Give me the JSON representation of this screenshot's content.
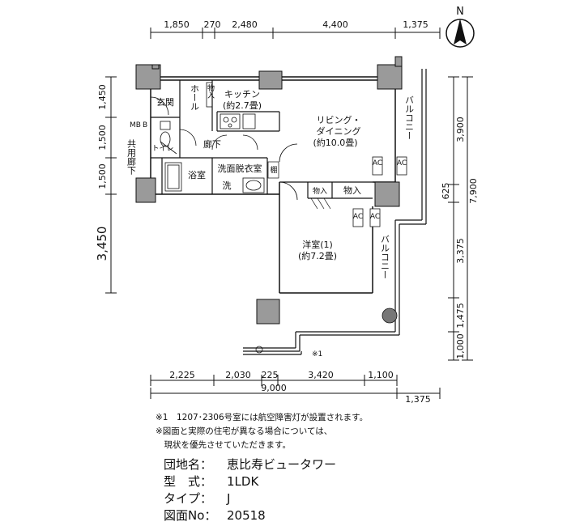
{
  "top_dims": [
    "1,850",
    "270",
    "2,480",
    "4,400",
    "1,375"
  ],
  "bottom_dims_row1": [
    "2,225",
    "2,030",
    "225",
    "3,420",
    "1,100"
  ],
  "bottom_dims_row2": [
    "9,000",
    "1,375"
  ],
  "left_dims": [
    "1,450",
    "1,500",
    "1,500",
    "3,450"
  ],
  "right_dims": [
    "3,900",
    "625",
    "7,900",
    "3,375",
    "1,475",
    "1,000"
  ],
  "compass": "N",
  "rooms": {
    "entrance": "玄関",
    "hall": "ホール",
    "kitchen": "キッチン",
    "kitchen_size": "(約2.7畳)",
    "ldk_line1": "リビング・",
    "ldk_line2": "ダイニング",
    "ldk_size": "(約10.0畳)",
    "balcony_top": "バルコニー",
    "balcony_lower": "バルコニー",
    "corridor": "廊下",
    "toilet": "トイレ",
    "bath": "浴室",
    "washroom": "洗面脱衣室",
    "washer": "洗",
    "shelf": "棚",
    "storage1": "物入",
    "storage2": "物入",
    "storage3": "物入",
    "western_room": "洋室(1)",
    "western_size": "(約7.2畳)",
    "common_corridor": "共用廊下",
    "mb": "MB",
    "b": "B",
    "ac1": "AC",
    "ac2": "AC",
    "ac3": "AC",
    "ac4": "AC",
    "mark_note": "※1"
  },
  "notes": [
    "※1　1207･2306号室には航空障害灯が設置されます。",
    "※図面と実際の住宅が異なる場合については、",
    "　現状を優先させていただきます。"
  ],
  "info": {
    "name_label": "団地名：",
    "name_value": "恵比寿ビュータワー",
    "type_label": "型　式：",
    "type_value": "1LDK",
    "kind_label": "タイプ：",
    "kind_value": "J",
    "no_label": "図面No：",
    "no_value": "20518"
  }
}
